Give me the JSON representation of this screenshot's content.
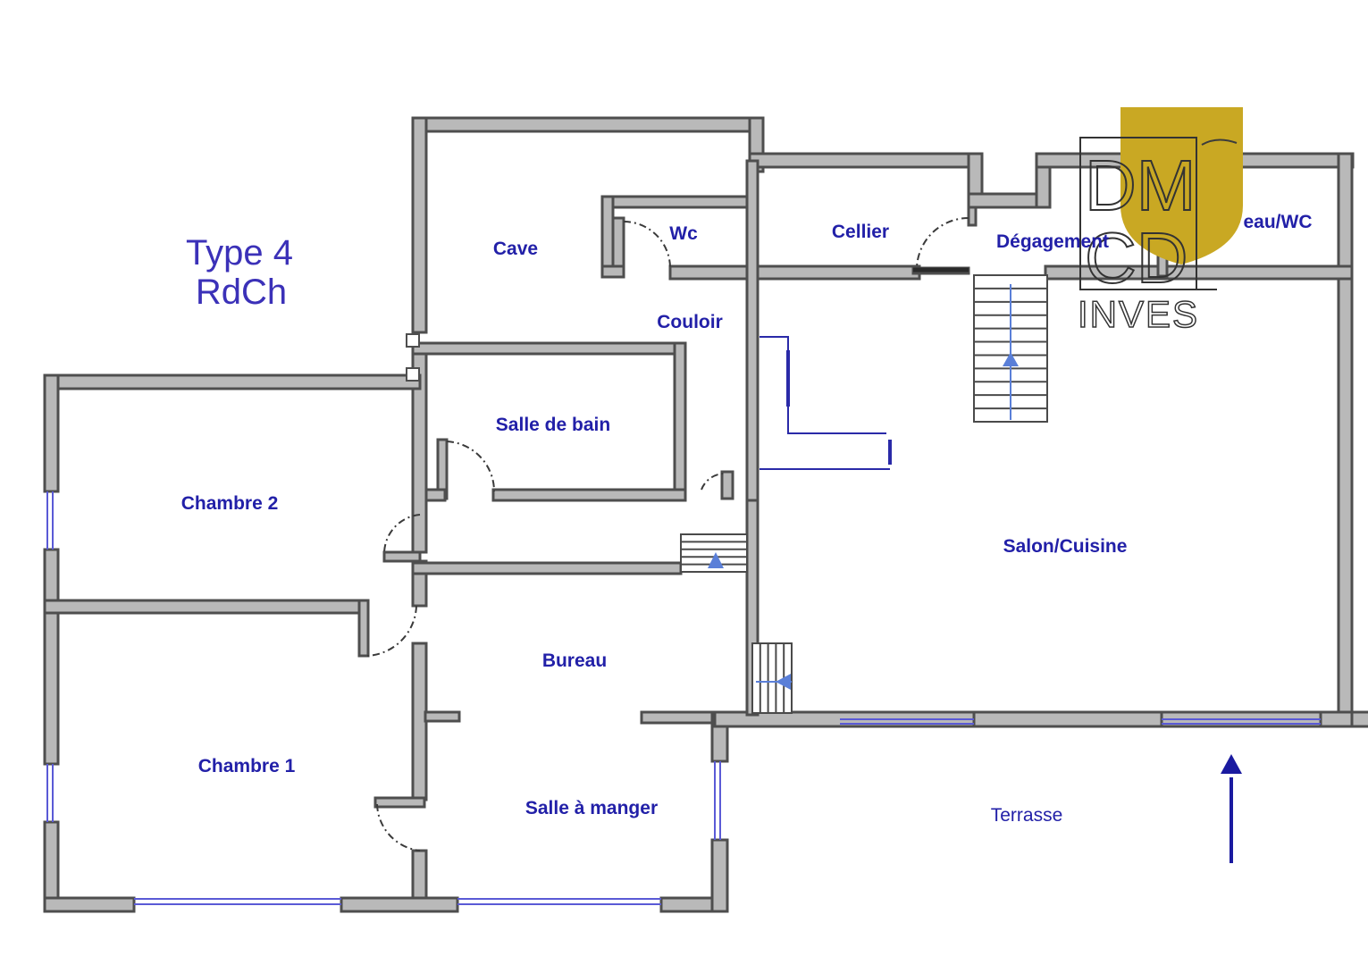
{
  "title": {
    "line1": "Type 4",
    "line2": "RdCh"
  },
  "rooms": {
    "cave": "Cave",
    "wc": "Wc",
    "cellier": "Cellier",
    "degagement": "Dégagement",
    "sdb_wc": "eau/WC",
    "couloir": "Couloir",
    "salle_de_bain": "Salle de bain",
    "chambre2": "Chambre 2",
    "chambre1": "Chambre 1",
    "bureau": "Bureau",
    "salle_a_manger": "Salle à manger",
    "salon_cuisine": "Salon/Cuisine",
    "terrasse": "Terrasse"
  },
  "logo": {
    "letters": "DMCD",
    "line1": "DM",
    "line2": "CD",
    "word": "INVES"
  },
  "colors": {
    "wall_fill": "#b9b9b9",
    "wall_stroke": "#4e4e4e",
    "label": "#2220a8",
    "window": "#5a5ad6",
    "arrow": "#1a1aa0",
    "logo_gold": "#c9a823"
  }
}
